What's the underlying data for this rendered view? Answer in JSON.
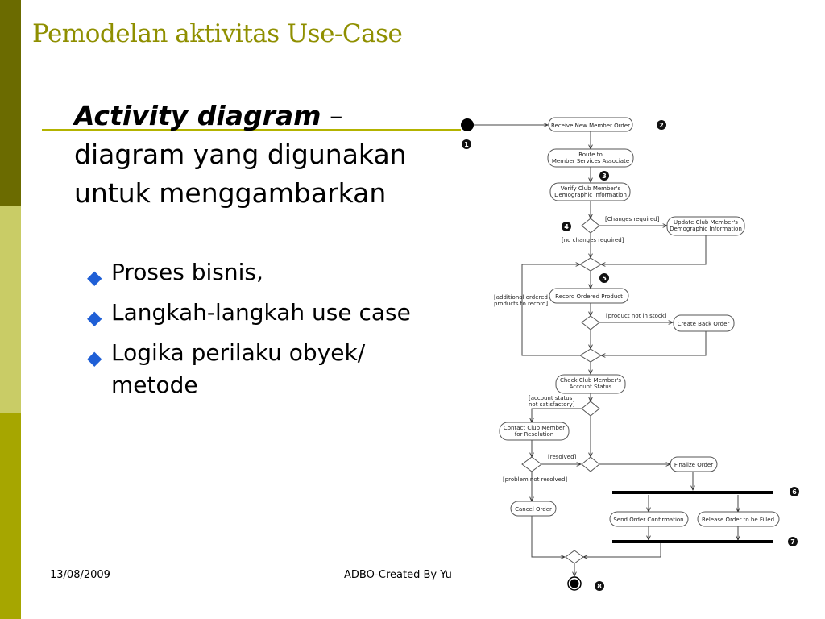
{
  "slide": {
    "title": "Pemodelan aktivitas Use-Case",
    "term": "Activity diagram",
    "dash": " –",
    "definition": "diagram yang digunakan untuk menggambarkan",
    "bullets": [
      "Proses bisnis,",
      "Langkah-langkah use case",
      "Logika perilaku obyek/ metode"
    ],
    "footer_date": "13/08/2009",
    "footer_by": "ADBO-Created By Yu"
  },
  "diagram": {
    "activities": {
      "receive": [
        "Receive New Member Order"
      ],
      "route": [
        "Route to",
        "Member Services Associate"
      ],
      "verify": [
        "Verify Club Member's",
        "Demographic Information"
      ],
      "update": [
        "Update Club Member's",
        "Demographic Information"
      ],
      "record": [
        "Record Ordered Product"
      ],
      "backorder": [
        "Create Back Order"
      ],
      "check": [
        "Check Club Member's",
        "Account Status"
      ],
      "contact": [
        "Contact Club Member",
        "for Resolution"
      ],
      "finalize": [
        "Finalize Order"
      ],
      "cancel": [
        "Cancel Order"
      ],
      "confirm": [
        "Send Order Confirmation"
      ],
      "release": [
        "Release Order to be Filled"
      ]
    },
    "guards": {
      "changes": "[Changes required]",
      "nochanges": "[no changes required]",
      "additional": [
        "[additional ordered",
        "products to record]"
      ],
      "notstock": "[product not in stock]",
      "acctstatus": [
        "[account status",
        "not satisfactory]"
      ],
      "resolved": "[resolved]",
      "notresolved": "[problem not resolved]"
    },
    "badges": [
      "1",
      "2",
      "3",
      "4",
      "5",
      "6",
      "7",
      "8"
    ]
  }
}
